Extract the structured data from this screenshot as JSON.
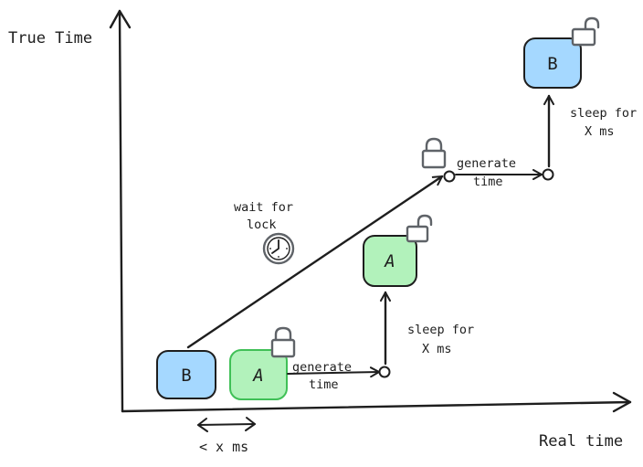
{
  "axes": {
    "y_title": "True Time",
    "x_title": "Real time",
    "span_label": "< x ms"
  },
  "boxes": {
    "b_start": "B",
    "a_start": "A",
    "a_end": "A",
    "b_end": "B"
  },
  "labels": {
    "generate_1_line1": "generate",
    "generate_1_line2": "time",
    "sleep_1_line1": "sleep for",
    "sleep_1_line2": "X ms",
    "wait_line1": "wait for",
    "wait_line2": "lock",
    "generate_2_line1": "generate",
    "generate_2_line2": "time",
    "sleep_2_line1": "sleep for",
    "sleep_2_line2": "X ms"
  },
  "colors": {
    "b_fill": "#a5d8ff",
    "a_fill": "#b2f2bb",
    "a_stroke_light": "#40c057",
    "ink": "#1e1e1e",
    "lock": "#5f6368"
  },
  "icons": {
    "lock_closed": "lock-closed-icon",
    "lock_open": "lock-open-icon",
    "clock": "clock-icon"
  }
}
